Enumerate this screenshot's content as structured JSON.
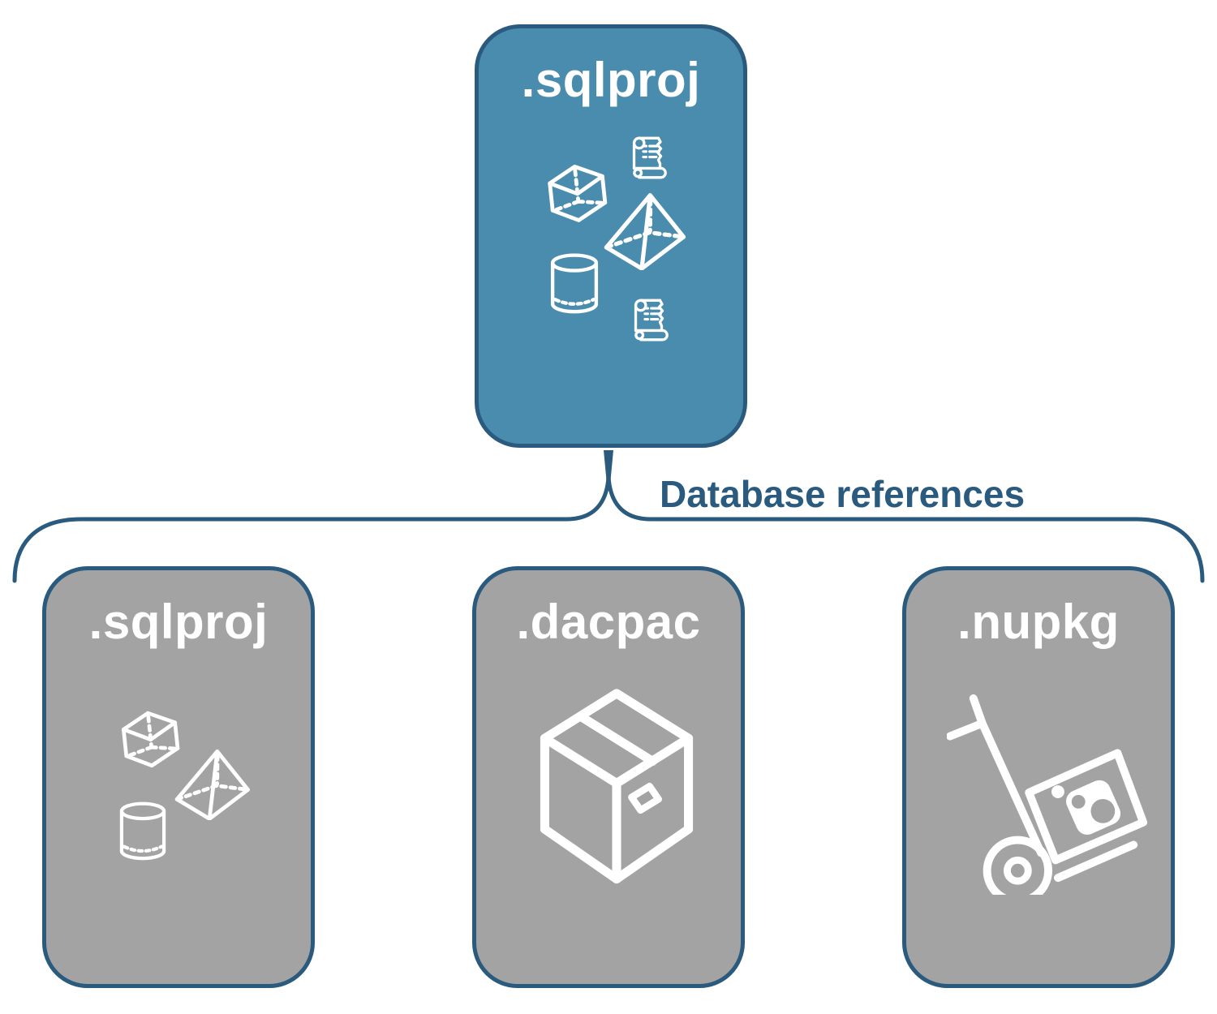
{
  "diagram": {
    "connector_label": "Database references",
    "parent": {
      "label": ".sqlproj",
      "icons": [
        "cube",
        "scroll",
        "pyramid",
        "database-cylinder",
        "scroll"
      ]
    },
    "children": [
      {
        "label": ".sqlproj",
        "icons": [
          "cube",
          "pyramid",
          "database-cylinder"
        ]
      },
      {
        "label": ".dacpac",
        "icons": [
          "package-box"
        ]
      },
      {
        "label": ".nupkg",
        "icons": [
          "nuget-hand-truck"
        ]
      }
    ],
    "colors": {
      "parent_fill": "#4a8cad",
      "child_fill": "#a3a3a3",
      "outline": "#2a5a7e",
      "icon_stroke": "#ffffff",
      "label_text": "#2a5a7e",
      "background": "#ffffff"
    }
  }
}
